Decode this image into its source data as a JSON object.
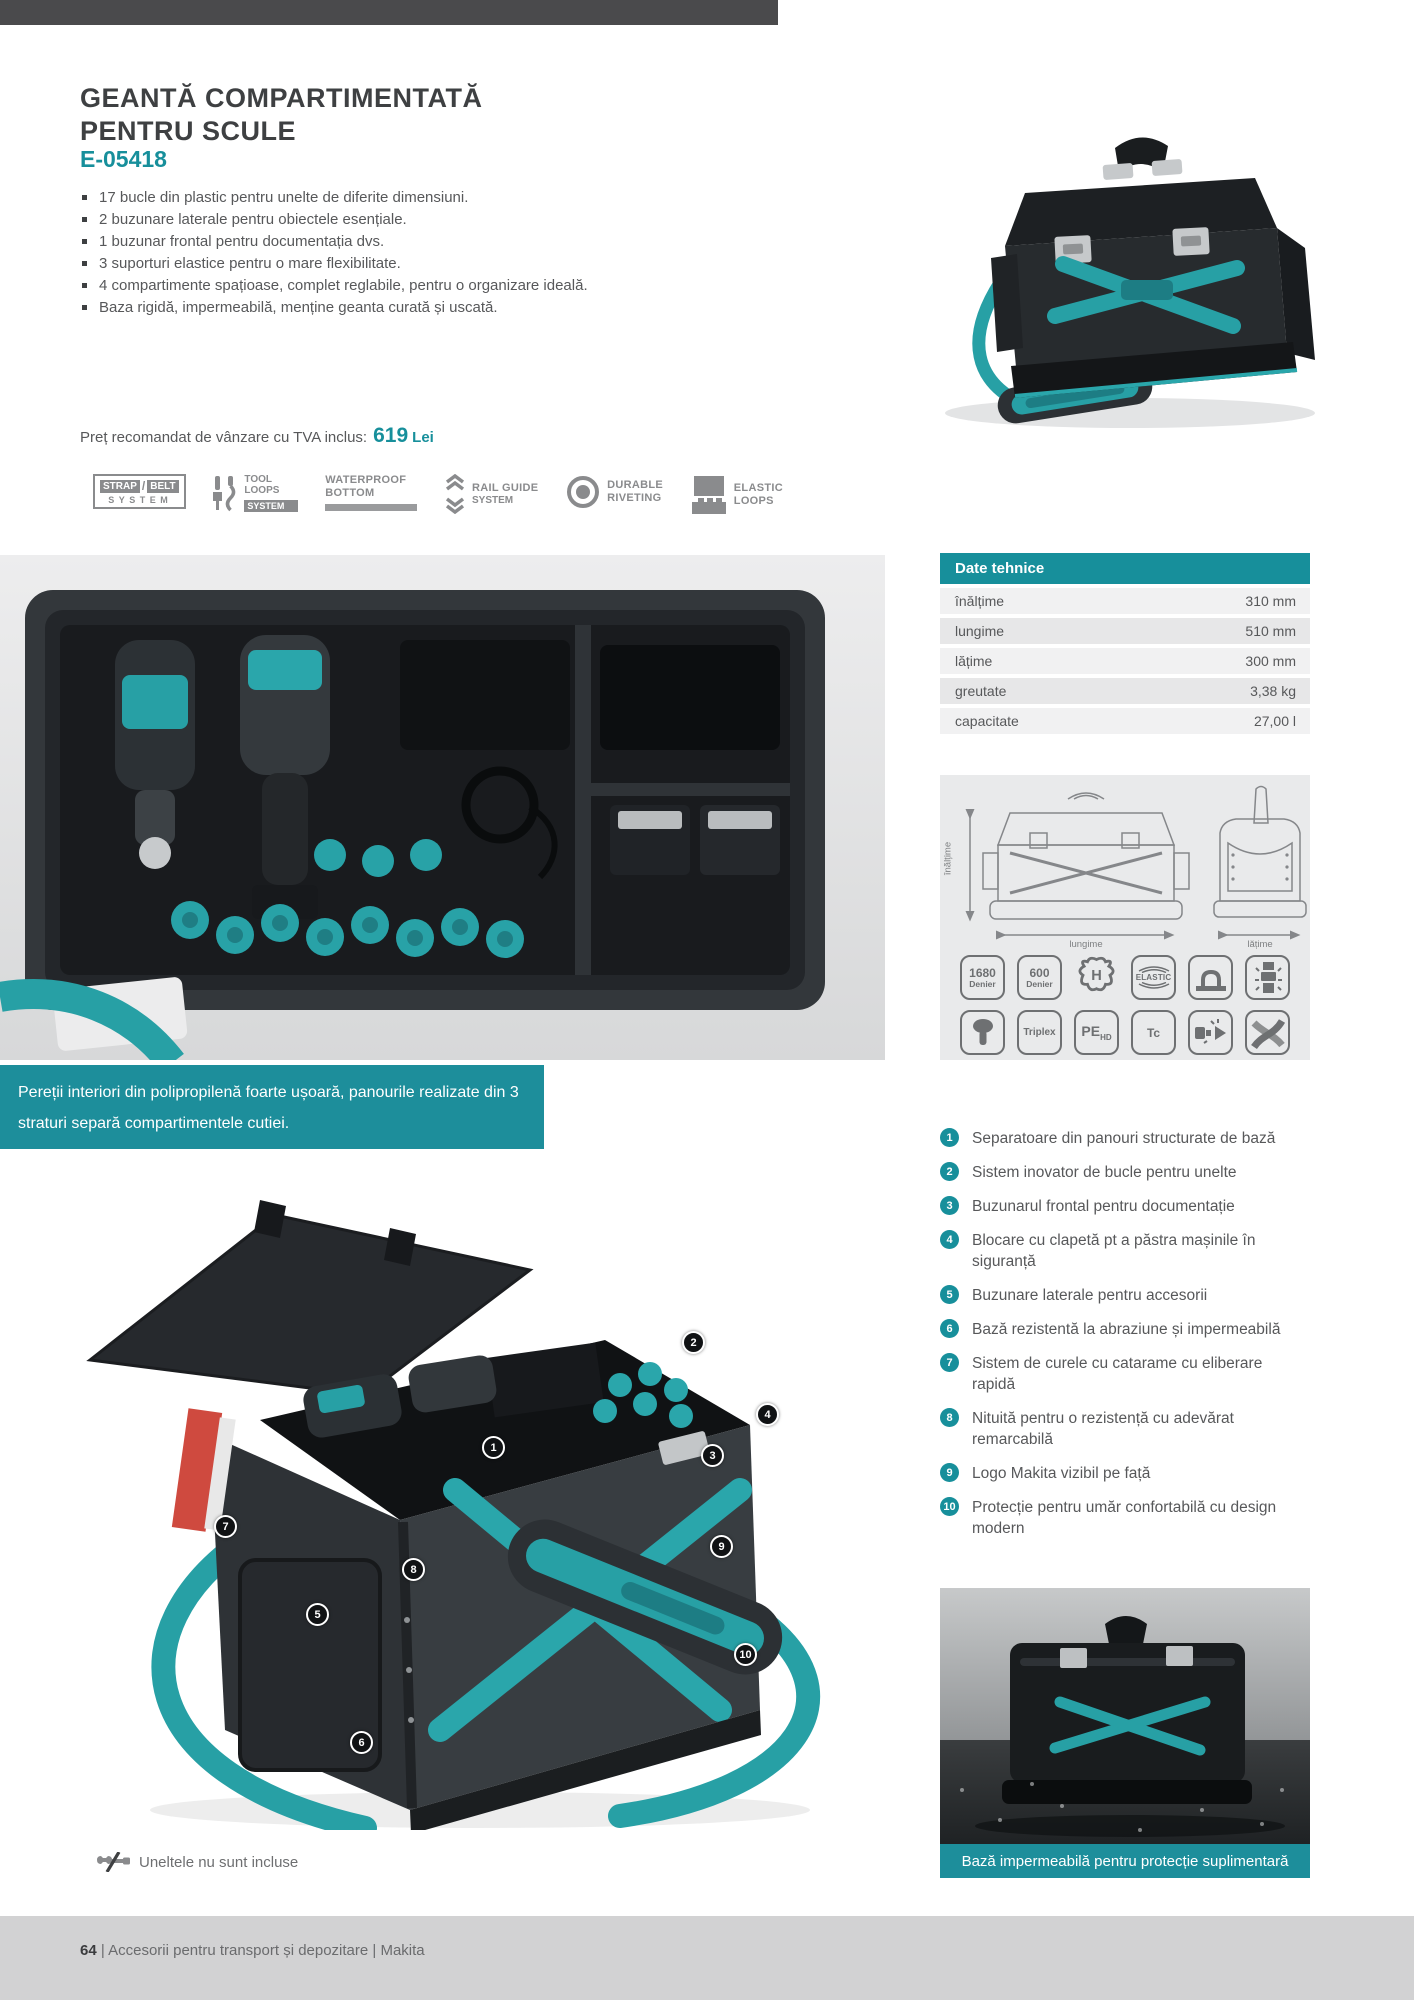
{
  "colors": {
    "accent": "#178f9b",
    "strap_teal": "#27a0a5",
    "title_gray": "#3e4042",
    "body_gray": "#57585a",
    "badge_gray": "#8a8b8d",
    "footer_bg": "#d2d2d3"
  },
  "product": {
    "title_line1": "GEANTĂ COMPARTIMENTATĂ",
    "title_line2": "PENTRU SCULE",
    "model": "E-05418",
    "bullets": [
      "17 bucle din plastic pentru unelte de diferite dimensiuni.",
      "2 buzunare laterale pentru obiectele esențiale.",
      "1 buzunar frontal pentru documentația dvs.",
      "3 suporturi elastice pentru o mare flexibilitate.",
      "4 compartimente spațioase, complet reglabile, pentru o organizare ideală.",
      "Baza rigidă, impermeabilă, menține geanta curată și uscată."
    ],
    "price_label": "Preț recomandat de vânzare cu TVA inclus:",
    "price_value": "619",
    "price_currency": "Lei"
  },
  "badges": [
    {
      "name": "strap-belt-system",
      "word1": "STRAP",
      "slash": "/",
      "word2": "BELT",
      "word3": "SYSTEM"
    },
    {
      "name": "tool-loops-system",
      "line1": "TOOL",
      "line2": "LOOPS",
      "line3": "SYSTEM"
    },
    {
      "name": "waterproof-bottom",
      "line1": "WATERPROOF",
      "line2": "BOTTOM"
    },
    {
      "name": "rail-guide-system",
      "line1": "RAIL GUIDE",
      "line2": "SYSTEM"
    },
    {
      "name": "durable-riveting",
      "line1": "DURABLE",
      "line2": "RIVETING"
    },
    {
      "name": "elastic-loops",
      "line1": "ELASTIC",
      "line2": "LOOPS"
    }
  ],
  "photo_main": {
    "caption": "Pereții interiori din polipropilenă foarte ușoară, panourile realizate din 3 straturi separă compartimentele cutiei."
  },
  "tech_table": {
    "header": "Date tehnice",
    "rows": [
      {
        "label": "înălțime",
        "value": "310 mm"
      },
      {
        "label": "lungime",
        "value": "510 mm"
      },
      {
        "label": "lățime",
        "value": "300 mm"
      },
      {
        "label": "greutate",
        "value": "3,38 kg"
      },
      {
        "label": "capacitate",
        "value": "27,00 l"
      }
    ]
  },
  "diagram": {
    "height_label": "înălțime",
    "length_label": "lungime",
    "width_label": "lățime"
  },
  "spec_icons": {
    "r1c1_line1": "1680",
    "r1c1_line2": "Denier",
    "r1c2_line1": "600",
    "r1c2_line2": "Denier",
    "r1c3_letter": "H",
    "r1c4_text": "ELASTIC",
    "r2c2_text": "Triplex",
    "r2c3_main": "PE",
    "r2c3_sub": "HD",
    "r2c4_text": "Tc"
  },
  "features": [
    {
      "num": "1",
      "text": "Separatoare din panouri structurate de bază"
    },
    {
      "num": "2",
      "text": "Sistem inovator de bucle pentru unelte"
    },
    {
      "num": "3",
      "text": "Buzunarul frontal pentru documentație"
    },
    {
      "num": "4",
      "text": "Blocare cu clapetă pt a păstra mașinile în siguranță"
    },
    {
      "num": "5",
      "text": "Buzunare laterale pentru accesorii"
    },
    {
      "num": "6",
      "text": "Bază rezistentă la abraziune și impermeabilă"
    },
    {
      "num": "7",
      "text": "Sistem de curele cu catarame cu eliberare rapidă"
    },
    {
      "num": "8",
      "text": "Nituită pentru o rezistență cu adevărat remarcabilă"
    },
    {
      "num": "9",
      "text": "Logo Makita vizibil pe față"
    },
    {
      "num": "10",
      "text": "Protecție pentru umăr confortabilă cu design modern"
    }
  ],
  "photo_bottom": {
    "caption": "Bază impermeabilă pentru protecție suplimentară"
  },
  "notes": {
    "tools_not_included": "Uneltele nu sunt incluse"
  },
  "footer": {
    "page_number": "64",
    "text": "Accesorii pentru transport și depozitare | Makita"
  }
}
